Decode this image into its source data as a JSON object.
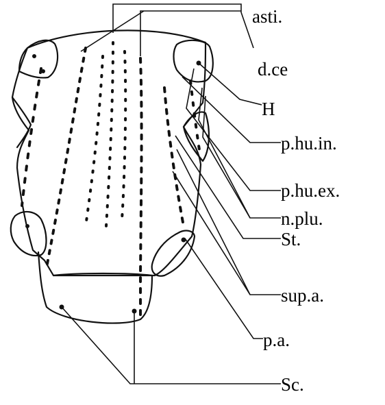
{
  "figure": {
    "labels": {
      "asti": "asti.",
      "dce": "d.ce",
      "H": "H",
      "phuin": "p.hu.in.",
      "phuex": "p.hu.ex.",
      "nplu": "n.plu.",
      "St": "St.",
      "supa": "sup.a.",
      "pa": "p.a.",
      "Sc": "Sc."
    }
  }
}
